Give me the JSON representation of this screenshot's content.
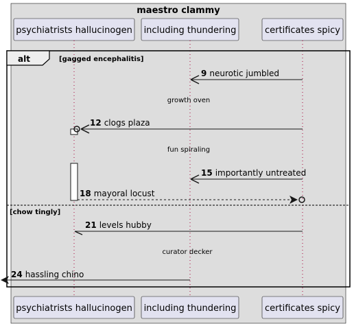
{
  "box": {
    "title": "maestro clammy",
    "background": "#dddddd"
  },
  "participants": [
    {
      "id": "p1",
      "name": "psychiatrists hallucinogen"
    },
    {
      "id": "p2",
      "name": "including thundering"
    },
    {
      "id": "p3",
      "name": "certificates spicy"
    }
  ],
  "fragment": {
    "keyword": "alt",
    "guard1": "[gagged encephalitis]",
    "guard2": "[chow tingly]"
  },
  "messages": [
    {
      "num": "9",
      "text": "neurotic jumbled"
    },
    {
      "num": "12",
      "text": "clogs plaza"
    },
    {
      "num": "15",
      "text": "importantly untreated"
    },
    {
      "num": "18",
      "text": "mayoral locust"
    },
    {
      "num": "21",
      "text": "levels hubby"
    },
    {
      "num": "24",
      "text": "hassling chino"
    }
  ],
  "dividers": [
    {
      "text": "growth oven"
    },
    {
      "text": "fun spiraling"
    },
    {
      "text": "curator decker"
    }
  ],
  "colors": {
    "participant_fill": "#e2e2f0",
    "lifeline": "#a80036",
    "frame_bg": "#dddddd",
    "line": "#181818"
  }
}
